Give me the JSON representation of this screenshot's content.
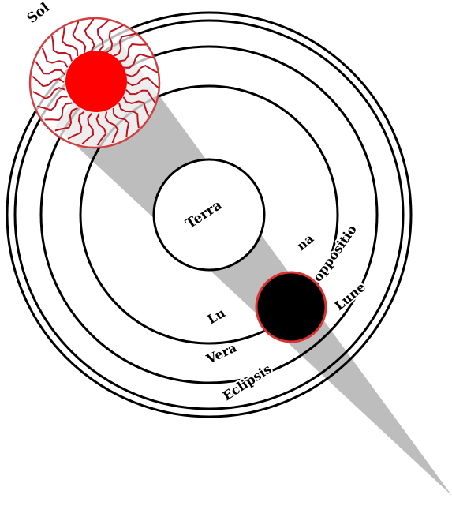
{
  "labels": {
    "sun": "Sol",
    "earth": "Terra",
    "moon_first": "Lu",
    "moon_second": "na",
    "vera": "Vera",
    "eclipsis": "Eclipsis",
    "oppositio": "oppositio",
    "lune": "Lune"
  },
  "colors": {
    "sun_fill": "#ff0000",
    "sun_rays": "#c0111f",
    "shadow": "#bdbdbd",
    "moon_fill": "#000000",
    "moon_border": "#e03030",
    "orbit": "#000000"
  }
}
